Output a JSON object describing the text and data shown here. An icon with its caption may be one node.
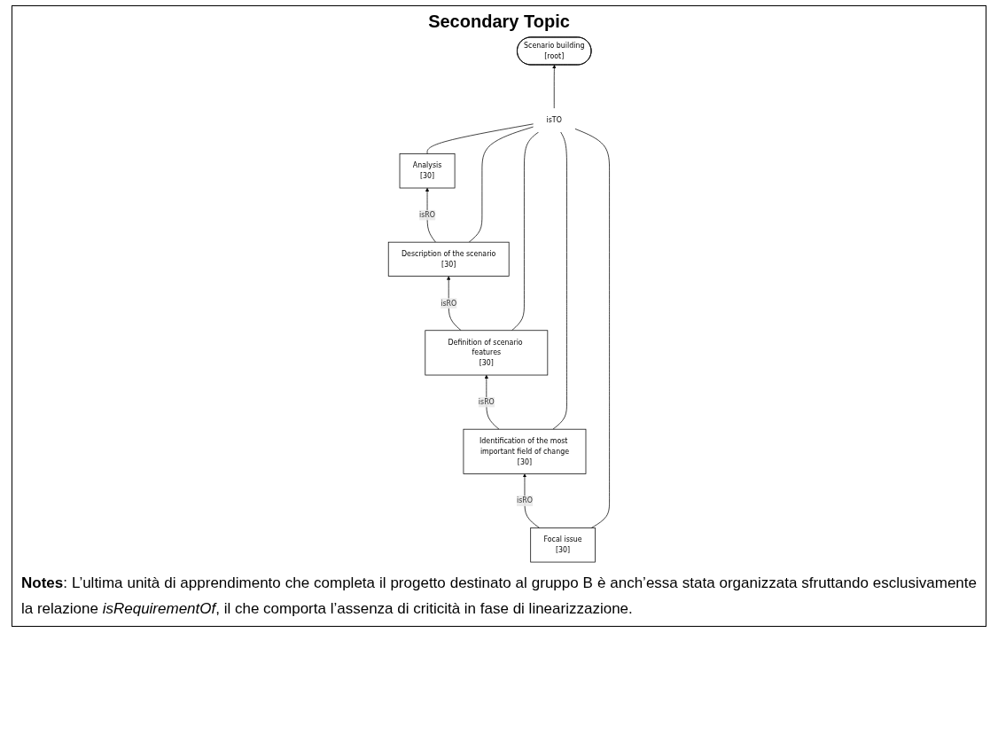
{
  "diagram": {
    "title": "Secondary Topic",
    "caption": "**Notes**: L’ultima unità di apprendimento che completa il progetto destinato al gruppo B è anch’essa stata organizzata sfruttando esclusivamente la relazione *isRequirementOf*, il che comporta l’assenza di criticità in fase di linearizzazione.",
    "nodes": [
      {
        "text": [
          "Scenario building",
          "[root]"
        ]
      },
      {
        "text": [
          "Focal issue",
          "[30]"
        ]
      },
      {
        "text": [
          "Analysis",
          "[30]"
        ]
      },
      {
        "text": [
          "isTO"
        ]
      },
      {
        "text": [
          "Identification of the most important field of change",
          "[30]"
        ]
      },
      {
        "text": [
          "Description of the scenario",
          "[30]"
        ]
      },
      {
        "text": [
          "Definition of scenario features",
          "[30]"
        ]
      }
    ],
    "edges": [
      {
        "from": 1,
        "to": 4,
        "arrow": "to",
        "label": "isRO"
      },
      {
        "from": 5,
        "to": 2,
        "arrow": "to",
        "label": "isRO"
      },
      {
        "from": 4,
        "to": 6,
        "arrow": "to",
        "label": "isRO"
      },
      {
        "from": 6,
        "to": 5,
        "arrow": "to",
        "label": "isRO"
      },
      {
        "from": 1,
        "to": 3,
        "arrow": "none"
      },
      {
        "from": 2,
        "to": 3,
        "arrow": "none"
      },
      {
        "from": 4,
        "to": 3,
        "arrow": "none"
      },
      {
        "from": 5,
        "to": 3,
        "arrow": "none"
      },
      {
        "from": 6,
        "to": 3,
        "arrow": "none"
      },
      {
        "from": 3,
        "to": 0,
        "arrow": "to"
      }
    ]
  }
}
